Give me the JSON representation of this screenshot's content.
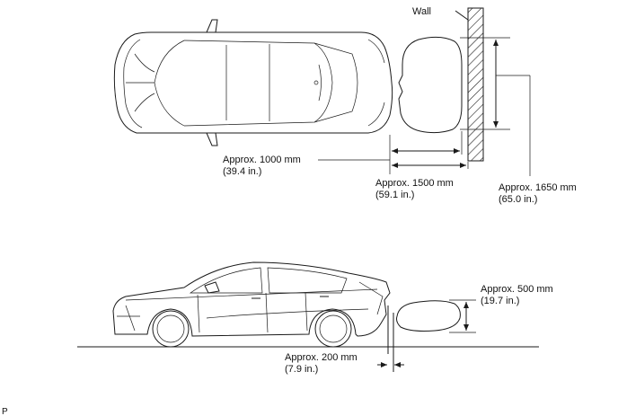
{
  "labels": {
    "wall": "Wall",
    "dist_1000_mm": "Approx. 1000 mm",
    "dist_1000_in": "(39.4 in.)",
    "dist_1500_mm": "Approx. 1500 mm",
    "dist_1500_in": "(59.1 in.)",
    "width_1650_mm": "Approx. 1650 mm",
    "width_1650_in": "(65.0 in.)",
    "height_500_mm": "Approx. 500 mm",
    "height_500_in": "(19.7 in.)",
    "gap_200_mm": "Approx. 200 mm",
    "gap_200_in": "(7.9 in.)",
    "corner_code": "P"
  },
  "colors": {
    "line": "#1a1a1a",
    "background": "#ffffff"
  }
}
